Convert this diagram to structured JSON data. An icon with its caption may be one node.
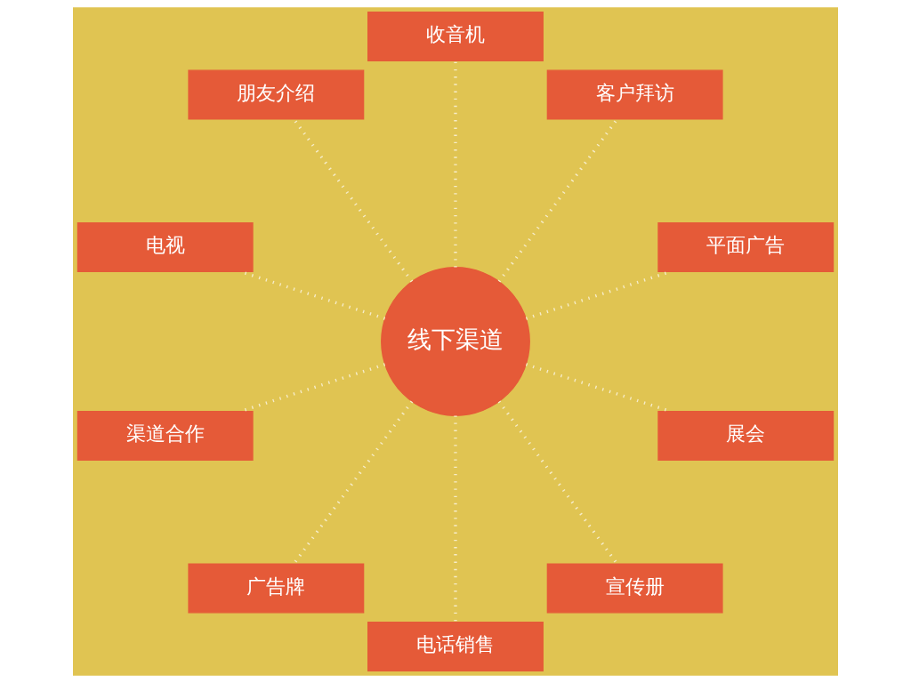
{
  "diagram": {
    "nodes": [
      {
        "text": [
          "线下渠道"
        ]
      },
      {
        "text": [
          "平面广告"
        ]
      },
      {
        "text": [
          "客户拜访"
        ]
      },
      {
        "text": [
          "收音机"
        ]
      },
      {
        "text": [
          "朋友介绍"
        ]
      },
      {
        "text": [
          "电视"
        ]
      },
      {
        "text": [
          "渠道合作"
        ]
      },
      {
        "text": [
          "广告牌"
        ]
      },
      {
        "text": [
          "电话销售"
        ]
      },
      {
        "text": [
          "宣传册"
        ]
      },
      {
        "text": [
          "展会"
        ]
      }
    ],
    "edges": [
      {
        "from": 0,
        "to": 1,
        "arrow": "none"
      },
      {
        "from": 0,
        "to": 2,
        "arrow": "none"
      },
      {
        "from": 0,
        "to": 4,
        "arrow": "none"
      },
      {
        "from": 0,
        "to": 6,
        "arrow": "none"
      },
      {
        "from": 0,
        "to": 8,
        "arrow": "none"
      },
      {
        "from": 0,
        "to": 10,
        "arrow": "none"
      },
      {
        "from": 0,
        "to": 9,
        "arrow": "none"
      },
      {
        "from": 0,
        "to": 7,
        "arrow": "none"
      },
      {
        "from": 0,
        "to": 5,
        "arrow": "none"
      },
      {
        "from": 0,
        "to": 3,
        "arrow": "none"
      }
    ]
  }
}
